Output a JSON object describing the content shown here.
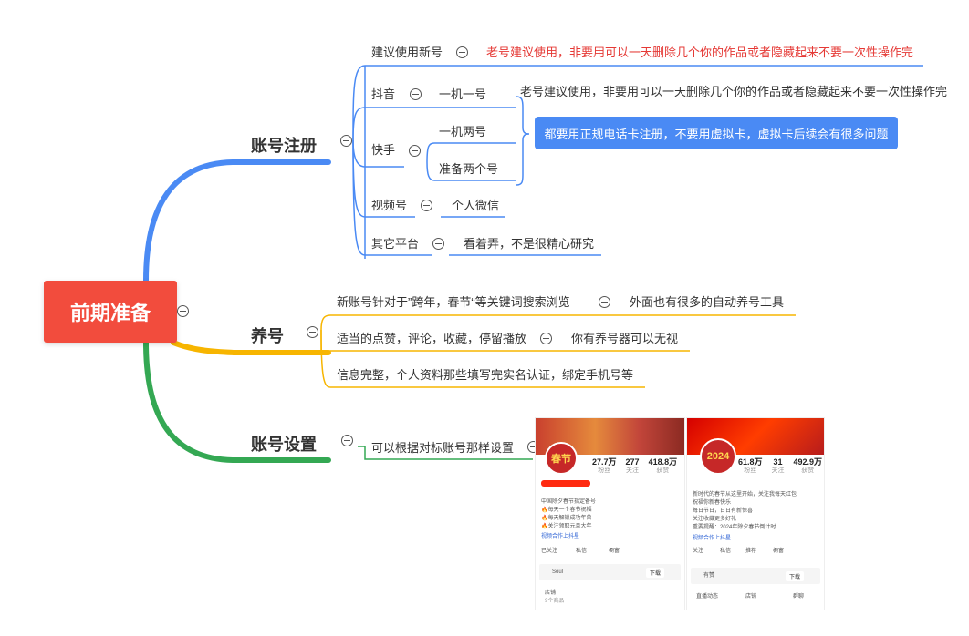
{
  "root": {
    "label": "前期准备"
  },
  "branches": {
    "register": {
      "label": "账号注册",
      "items": {
        "newaccount": {
          "label": "建议使用新号",
          "note": "老号建议使用，非要用可以一天删除几个你的作品或者隐藏起来不要一次性操作完"
        },
        "douyin": {
          "label": "抖音",
          "child": "一机一号"
        },
        "kuaishou": {
          "label": "快手",
          "child1": "一机两号",
          "child2": "准备两个号"
        },
        "group_note": "老号建议使用，非要用可以一天删除几个你的作品或者隐藏起来不要一次性操作完",
        "callout": "都要用正规电话卡注册，不要用虚拟卡，虚拟卡后续会有很多问题",
        "shipin": {
          "label": "视频号",
          "child": "个人微信"
        },
        "other": {
          "label": "其它平台",
          "child": "看着弄，不是很精心研究"
        }
      }
    },
    "nurture": {
      "label": "养号",
      "items": {
        "a": {
          "label": "新账号针对于”跨年，春节“等关键词搜索浏览",
          "child": "外面也有很多的自动养号工具"
        },
        "b": {
          "label": "适当的点赞，评论，收藏，停留播放",
          "child": "你有养号器可以无视"
        },
        "c": {
          "label": "信息完整，个人资料那些填写完实名认证，绑定手机号等"
        }
      }
    },
    "settings": {
      "label": "账号设置",
      "items": {
        "a": {
          "label": "可以根据对标账号那样设置"
        }
      }
    }
  },
  "shots": [
    {
      "avatar_text": "春节",
      "stats": [
        {
          "value": "27.7万",
          "label": "粉丝"
        },
        {
          "value": "277",
          "label": "关注"
        },
        {
          "value": "418.8万",
          "label": "获赞"
        }
      ],
      "bio": [
        "中国除夕春节指定备号",
        "🔥每天一个春节祝福",
        "🔥每天解锁成功年兽",
        "🔥关注领取元旦大年"
      ],
      "link": "视频合作上抖星",
      "actions": [
        "已关注",
        "私信",
        "橱窗"
      ],
      "app_title": "Soul",
      "download": "下载",
      "shop_label": "店铺",
      "shop_sub": "9个商品"
    },
    {
      "avatar_text": "2024",
      "stats": [
        {
          "value": "61.8万",
          "label": "粉丝"
        },
        {
          "value": "31",
          "label": "关注"
        },
        {
          "value": "492.9万",
          "label": "获赞"
        }
      ],
      "bio": [
        "新时代的春节从这里开始，关注我每天红包",
        "祝福你新春快乐",
        "每日节日，日日有新惊喜",
        "关注收藏更多好礼",
        "重要提醒：2024年除夕春节倒计时"
      ],
      "link": "视频合作上抖星",
      "actions": [
        "关注",
        "私信",
        "推荐",
        "橱窗"
      ],
      "app_title": "有赞",
      "download": "下载",
      "shop_labels": [
        "直播动态",
        "店铺",
        "群聊"
      ]
    }
  ],
  "colors": {
    "root": "#f24c3d",
    "register": "#4a8af4",
    "nurture": "#f7b500",
    "settings": "#34a853",
    "callout": "#4a8af4",
    "note": "#e53935"
  }
}
